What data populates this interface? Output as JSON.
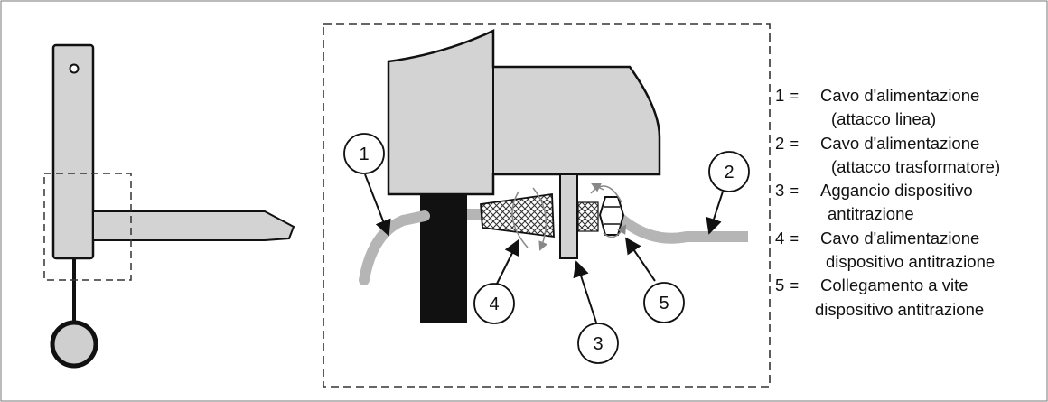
{
  "callouts": [
    "1",
    "2",
    "3",
    "4",
    "5"
  ],
  "legend": [
    {
      "num": "1 =",
      "line1": "Cavo d'alimentazione",
      "line2": "(attacco linea)"
    },
    {
      "num": "2 =",
      "line1": "Cavo d'alimentazione",
      "line2": "(attacco trasformatore)"
    },
    {
      "num": "3 =",
      "line1": "Aggancio dispositivo",
      "line2": "antitrazione"
    },
    {
      "num": "4 =",
      "line1": "Cavo d'alimentazione",
      "line2": "dispositivo antitrazione"
    },
    {
      "num": "5 =",
      "line1": "Collegamento a vite",
      "line2": "dispositivo antitrazione"
    }
  ],
  "colors": {
    "housing_gray": "#d3d3d3",
    "cable_gray": "#b5b5b5",
    "outline": "#111111"
  }
}
